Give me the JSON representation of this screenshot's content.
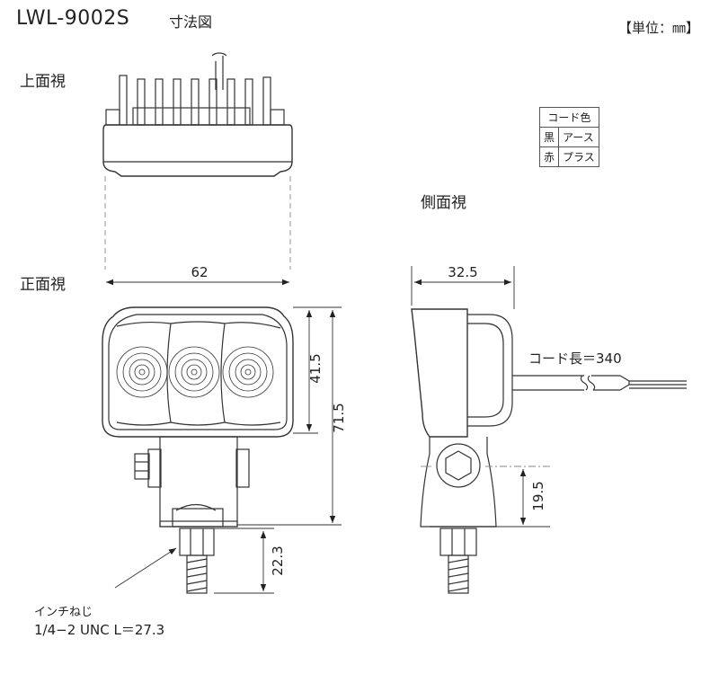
{
  "title": "LWL-9002S",
  "subtitle": "寸法図",
  "unit": "【単位：㎜】",
  "views": {
    "top": "上面視",
    "front": "正面視",
    "side": "側面視"
  },
  "cord_table": {
    "header": "コード色",
    "rows": [
      {
        "color": "黒",
        "use": "アース"
      },
      {
        "color": "赤",
        "use": "プラス"
      }
    ]
  },
  "dimensions": {
    "width": "62",
    "lens_height": "41.5",
    "total_height": "71.5",
    "stud_length": "22.3",
    "depth": "32.5",
    "pivot_height": "19.5",
    "cord_length": "コード長＝340"
  },
  "note": {
    "line1": "インチねじ",
    "line2": "1/4−2 UNC  L＝27.3"
  }
}
